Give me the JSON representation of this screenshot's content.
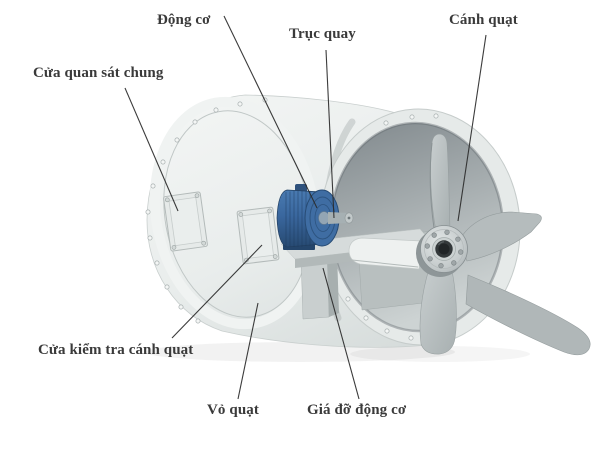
{
  "diagram": {
    "type": "labeled-illustration",
    "background_color": "#ffffff",
    "label_text_color": "#3a3a3a",
    "labels": {
      "motor": "Động cơ",
      "shaft": "Trục quay",
      "fan_blade": "Cánh quạt",
      "observation_door": "Cửa quan sát chung",
      "blade_inspection_door": "Cửa kiểm tra cánh quạt",
      "fan_housing": "Vỏ quạt",
      "motor_bracket": "Giá đỡ động cơ"
    },
    "colors": {
      "housing_light": "#eef1f0",
      "housing_mid": "#dde2e1",
      "flange_ring": "#e6eae9",
      "interior_dark": "#8a9296",
      "interior_light": "#ccd2d2",
      "motor_blue": "#3f6da3",
      "motor_blue_dark": "#28496f",
      "blade_gray": "#b5bcbd",
      "blade_inside_bright": "#eef1f0",
      "hub_gray": "#c9cfd0",
      "leader_line": "#2b2b2b"
    }
  }
}
